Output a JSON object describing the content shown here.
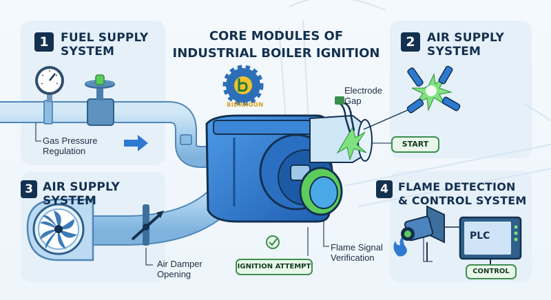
{
  "title": "CORE MODULES OF\nINDUSTRIAL BOILER IGNITION",
  "logo": {
    "text": "BIDRAGON"
  },
  "panels": [
    {
      "number": "1",
      "title": "FUEL SUPPLY\nSYSTEM"
    },
    {
      "number": "2",
      "title": "AIR SUPPLY\nSYSTEM"
    },
    {
      "number": "3",
      "title": "AIR SUPPLY\nSYSTEM"
    },
    {
      "number": "4",
      "title": "FLAME DETECTION\n& CONTROL SYSTEM"
    }
  ],
  "labels": {
    "gas_pressure": "Gas Pressure\nRegulation",
    "air_damper": "Air Damper\nOpening",
    "electrode_gap": "Electrode\nGap",
    "flame_signal": "Flame Signal\nVerification"
  },
  "badges": {
    "start": "START",
    "ignition_attempt": "IGNITION ATTEMPT",
    "control": "CONTROL"
  },
  "plc": {
    "screen_text": "PLC"
  },
  "colors": {
    "navy": "#13304f",
    "pipe": "#9ec8e8",
    "burner_blue": "#2f7ad1",
    "accent_green": "#5ccd5c",
    "badge_border": "#3c8e4c"
  },
  "icons": [
    "pressure-gauge-icon",
    "valve-icon",
    "arrow-right-icon",
    "fan-icon",
    "damper-icon",
    "gear-logo-icon",
    "spark-icon",
    "check-icon",
    "flame-icon",
    "camera-sensor-icon",
    "plc-monitor-icon"
  ]
}
